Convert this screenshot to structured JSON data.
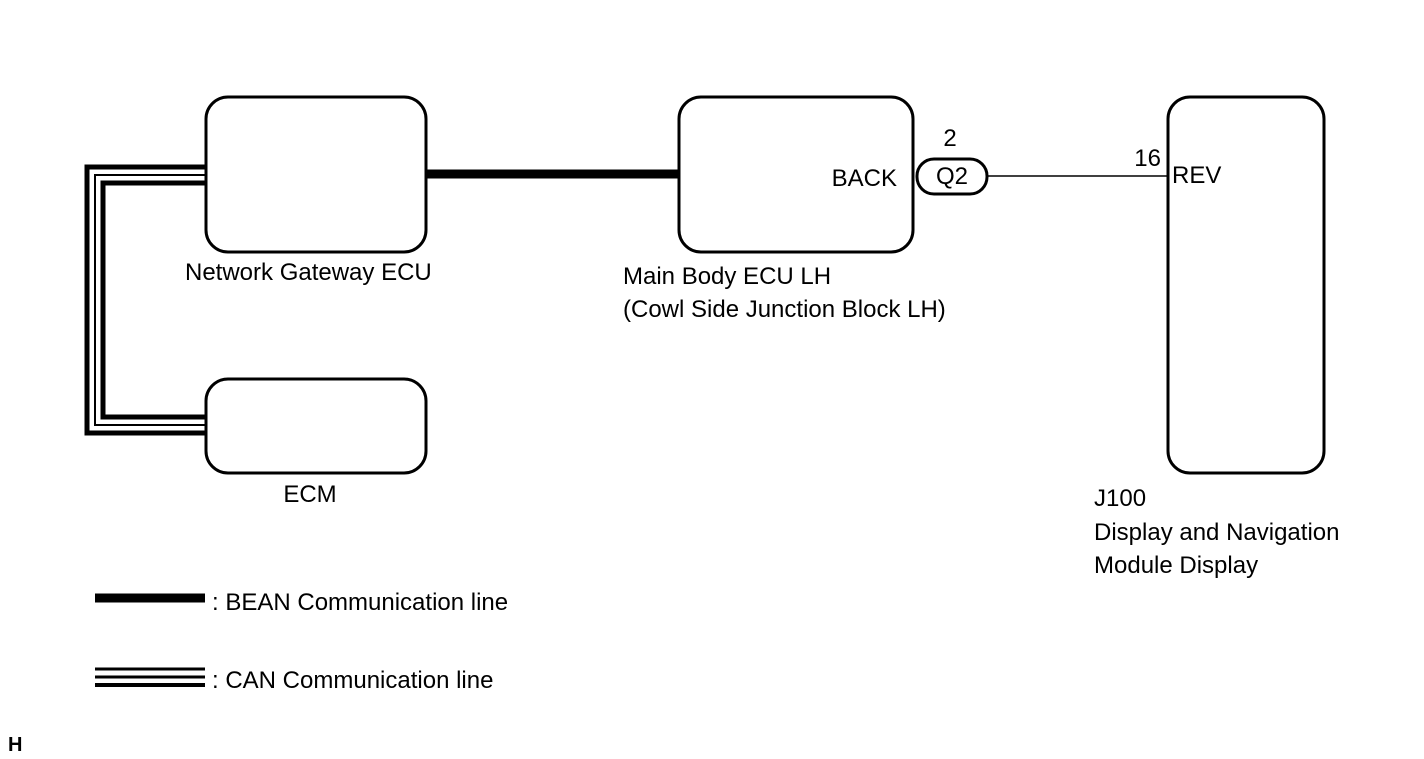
{
  "components": {
    "gateway": {
      "name": "Network Gateway ECU"
    },
    "ecm": {
      "name": "ECM"
    },
    "main_body": {
      "line1": "Main Body ECU LH",
      "line2": "(Cowl Side Junction Block LH)",
      "terminal": "BACK"
    },
    "connector": {
      "id": "Q2",
      "pin": "2"
    },
    "display": {
      "code": "J100",
      "line1": "Display and Navigation",
      "line2": "Module Display",
      "terminal": "REV",
      "pin": "16"
    }
  },
  "legend": {
    "bean": ": BEAN Communication line",
    "can": ": CAN Communication line"
  },
  "corner_mark": "H"
}
